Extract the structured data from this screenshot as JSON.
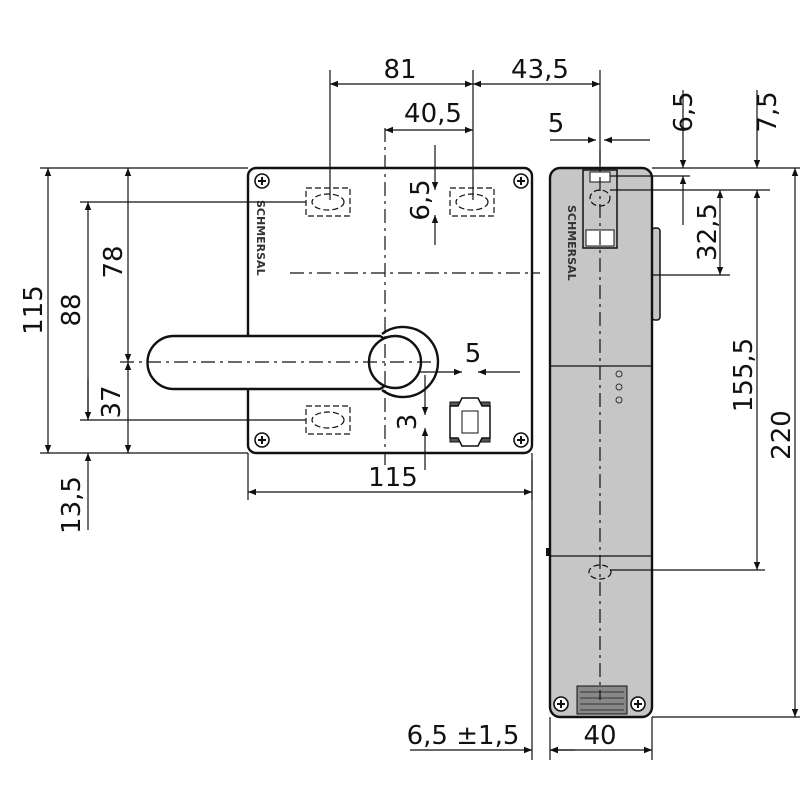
{
  "drawing": {
    "brand": "SCHMERSAL",
    "colors": {
      "line": "#111111",
      "switch_body": "#c6c6c6",
      "plate": "#ffffff"
    },
    "dimensions": {
      "d81": "81",
      "d43_5": "43,5",
      "d40_5": "40,5",
      "d5_top": "5",
      "d6_5_top": "6,5",
      "d7_5": "7,5",
      "d32_5": "32,5",
      "d155_5": "155,5",
      "d220": "220",
      "d115_left": "115",
      "d88": "88",
      "d78": "78",
      "d37": "37",
      "d13_5": "13,5",
      "d6_5_plate": "6,5",
      "d5_knob": "5",
      "d3": "3",
      "d115_bottom": "115",
      "d6_5_tol": "6,5 ±1,5",
      "d40": "40"
    }
  }
}
